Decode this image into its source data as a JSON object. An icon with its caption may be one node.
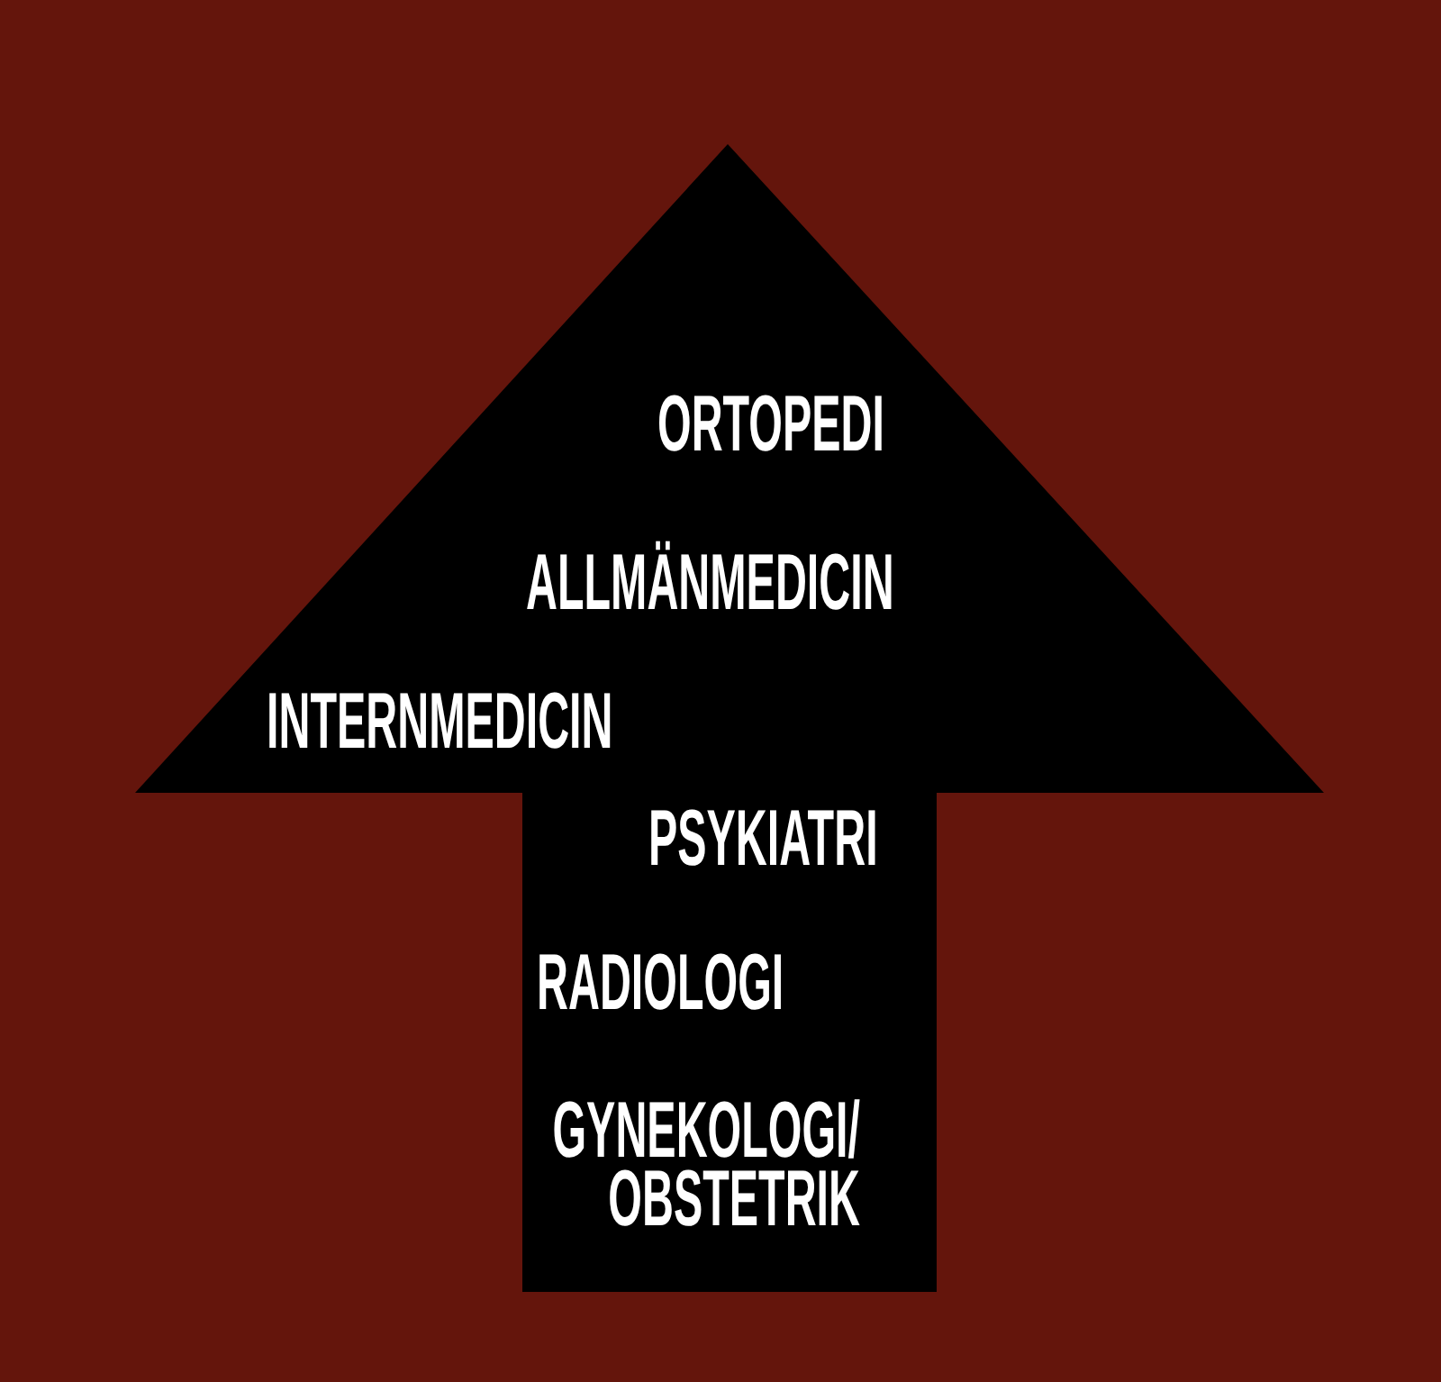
{
  "diagram": {
    "nodes": [
      {
        "text": [
          "ORTOPEDI",
          "ALLMÄNMEDICIN",
          "INTERNMEDICIN",
          "PSYKIATRI",
          "RADIOLOGI",
          "GYNEKOLOGI/ OBSTETRIK"
        ]
      }
    ]
  }
}
